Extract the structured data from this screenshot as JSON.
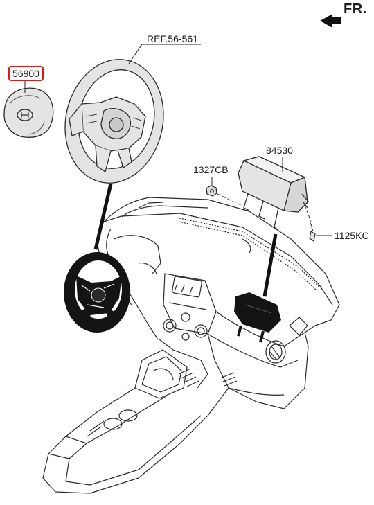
{
  "direction": {
    "label": "FR."
  },
  "labels": {
    "airbag_module": "56900",
    "steering_wheel_ref": "REF.56-561",
    "passenger_airbag": "84530",
    "nut": "1327CB",
    "bolt": "1125KC"
  },
  "colors": {
    "highlight_border": "#d0201c",
    "part_fill": "#e4e4e4",
    "outline": "#222222",
    "installed_fill": "#141414"
  }
}
